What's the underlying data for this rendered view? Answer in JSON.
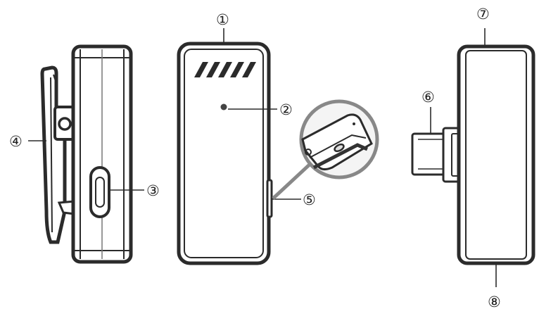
{
  "callouts": {
    "c1": "①",
    "c2": "②",
    "c3": "③",
    "c4": "④",
    "c5": "⑤",
    "c6": "⑥",
    "c7": "⑦",
    "c8": "⑧"
  },
  "colors": {
    "outline": "#2b2b2b",
    "body": "#ffffff",
    "detail": "#555555",
    "zoom_fill": "#f4f4f4"
  },
  "icons": [
    "microphone-hole",
    "clip",
    "power-button",
    "usb-c-plug"
  ]
}
